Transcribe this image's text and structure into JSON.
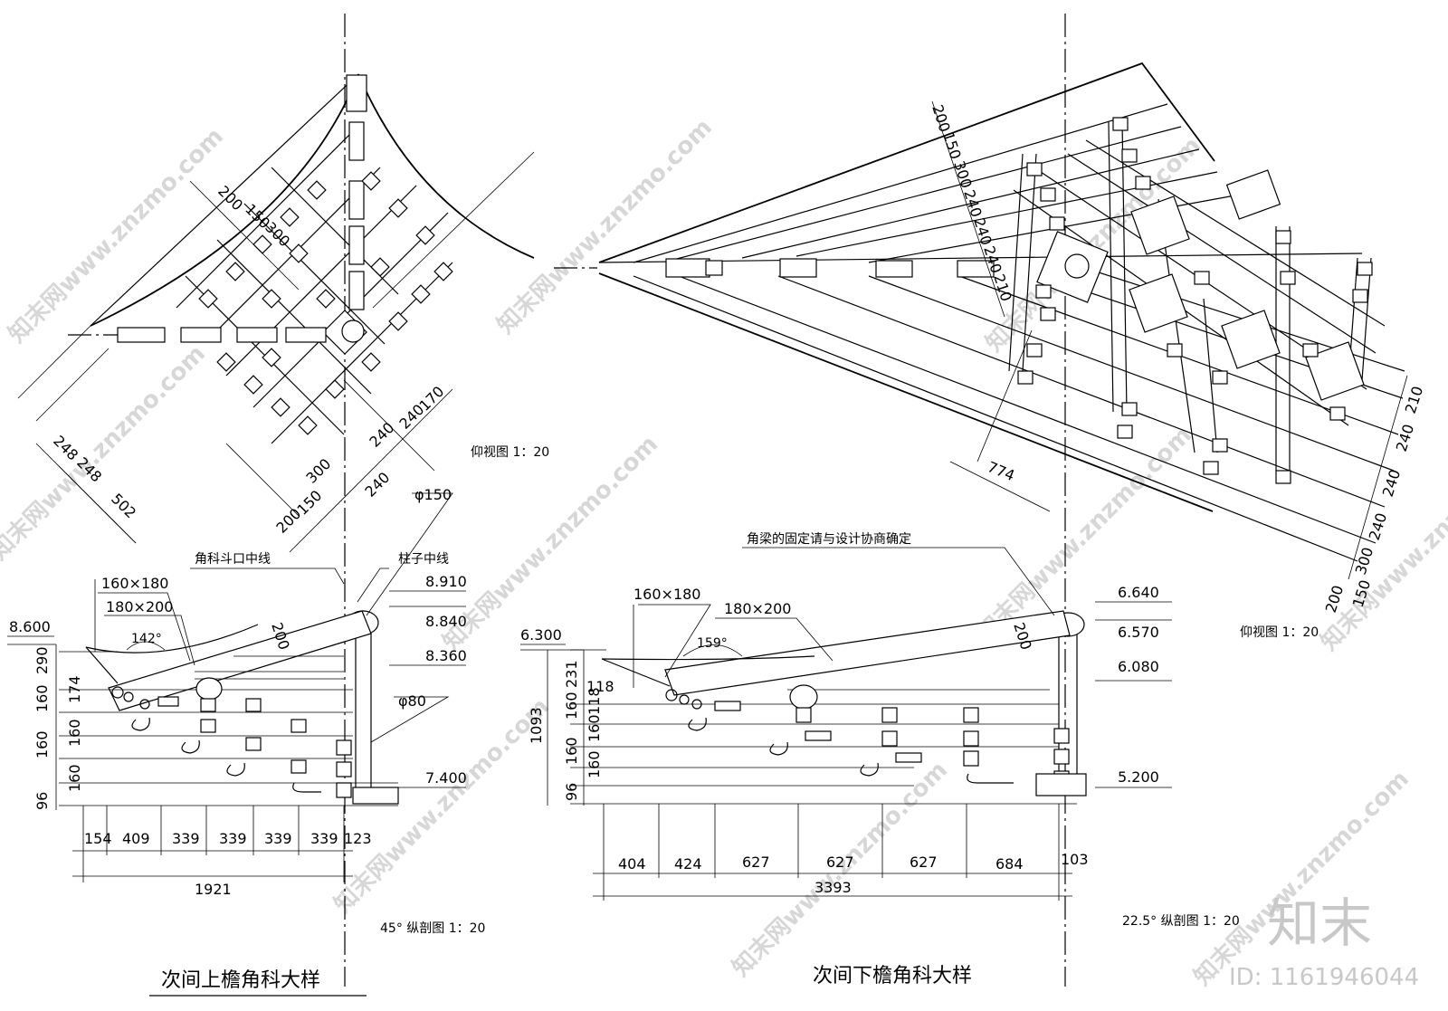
{
  "watermark": {
    "text": "知末网www.znzmo.com",
    "logo": "知末",
    "id": "ID: 1161946044"
  },
  "plan_left": {
    "caption": "仰视图  1：20",
    "dims_top": [
      "200",
      "150",
      "300"
    ],
    "dims_right": [
      "170",
      "240",
      "240"
    ],
    "dims_bottom": [
      "300",
      "150",
      "200",
      "240"
    ],
    "dims_left": [
      "248",
      "248",
      "502"
    ]
  },
  "plan_right": {
    "caption": "仰视图  1：20",
    "dims_top": [
      "200",
      "150",
      "300",
      "240",
      "240",
      "240",
      "210"
    ],
    "dims_right": [
      "210",
      "240",
      "240",
      "240",
      "300",
      "150",
      "200"
    ],
    "dim_774": "774"
  },
  "section_left": {
    "caption": "45°  纵剖图  1：20",
    "title": "次间上檐角科大样",
    "notes": {
      "dougong": "角科斗口中线",
      "column": "柱子中线"
    },
    "sizes": [
      "160×180",
      "180×200",
      "φ150",
      "φ80"
    ],
    "angle": "142°",
    "beam_depth": "200",
    "elevations": [
      "8.600",
      "8.910",
      "8.840",
      "8.360",
      "7.400"
    ],
    "vertical_dims": [
      "290",
      "174",
      "160",
      "160",
      "160",
      "160",
      "96"
    ],
    "horizontal_dims": [
      "154",
      "409",
      "339",
      "339",
      "339",
      "339",
      "123"
    ],
    "total": "1921"
  },
  "section_right": {
    "caption": "22.5°  纵剖图  1：20",
    "title": "次间下檐角科大样",
    "note": "角梁的固定请与设计协商确定",
    "sizes": [
      "160×180",
      "180×200"
    ],
    "angle": "159°",
    "beam_depth": "200",
    "elevations": [
      "6.300",
      "6.640",
      "6.570",
      "6.080",
      "5.200"
    ],
    "vertical_dims": [
      "231",
      "118",
      "160",
      "118",
      "160",
      "160",
      "160",
      "96"
    ],
    "vertical_total": "1093",
    "horizontal_dims": [
      "404",
      "424",
      "627",
      "627",
      "627",
      "684",
      "103"
    ],
    "total": "3393"
  }
}
